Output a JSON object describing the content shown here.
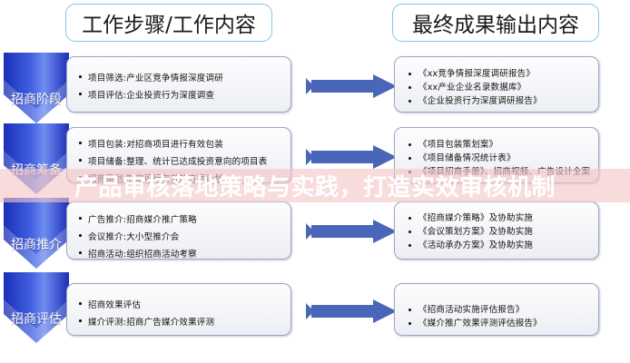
{
  "headers": {
    "left": "工作步骤/工作内容",
    "right": "最终成果输出内容"
  },
  "stages": [
    {
      "label": "招商阶段",
      "steps": [
        "项目筛选:产业区竞争情报深度调研",
        "项目评估:企业投资行为深度调查"
      ],
      "outputs": [
        "《xx竞争情报深度调研报告》",
        "《xx产业企业名录数据库》",
        "《企业投资行为深度调研报告》"
      ]
    },
    {
      "label": "招商筹备",
      "steps": [
        "项目包装:对招商项目进行有效包装",
        "项目储备:整理、统计已达成投资意向的项目表",
        "招商策划:制定可行有效的方案计划"
      ],
      "outputs": [
        "《项目包装策划案》",
        "《项目储备情况统计表》",
        "《项目招商手册》、招商视频、广告设计全案"
      ]
    },
    {
      "label": "招商推介",
      "steps": [
        "广告推介:招商媒介推广策略",
        "会议推介:大小型推介会",
        "招商活动:组织招商活动考察"
      ],
      "outputs": [
        "《招商媒介策略》及协助实施",
        "《会议策划方案》及协助实施",
        "《活动承办方案》及协助实施"
      ]
    },
    {
      "label": "招商评估",
      "steps": [
        "招商效果评估",
        "媒介评测:招商广告媒介效果评测"
      ],
      "outputs": [
        "《招商活动实施评估报告》",
        "《媒介推广效果评测评估报告》"
      ]
    }
  ],
  "watermark": {
    "text": "产品审核落地策略与实践，打造实效审核机制"
  },
  "colors": {
    "header_border": "#7ec8e8",
    "chevron_dark": "#1f35c4",
    "chevron_light": "#5a7de8",
    "arrow_blue": "#4a66b8",
    "box_border": "#9aa7c4",
    "watermark_band": "#f4c5c5",
    "watermark_text": "#ffffff"
  }
}
